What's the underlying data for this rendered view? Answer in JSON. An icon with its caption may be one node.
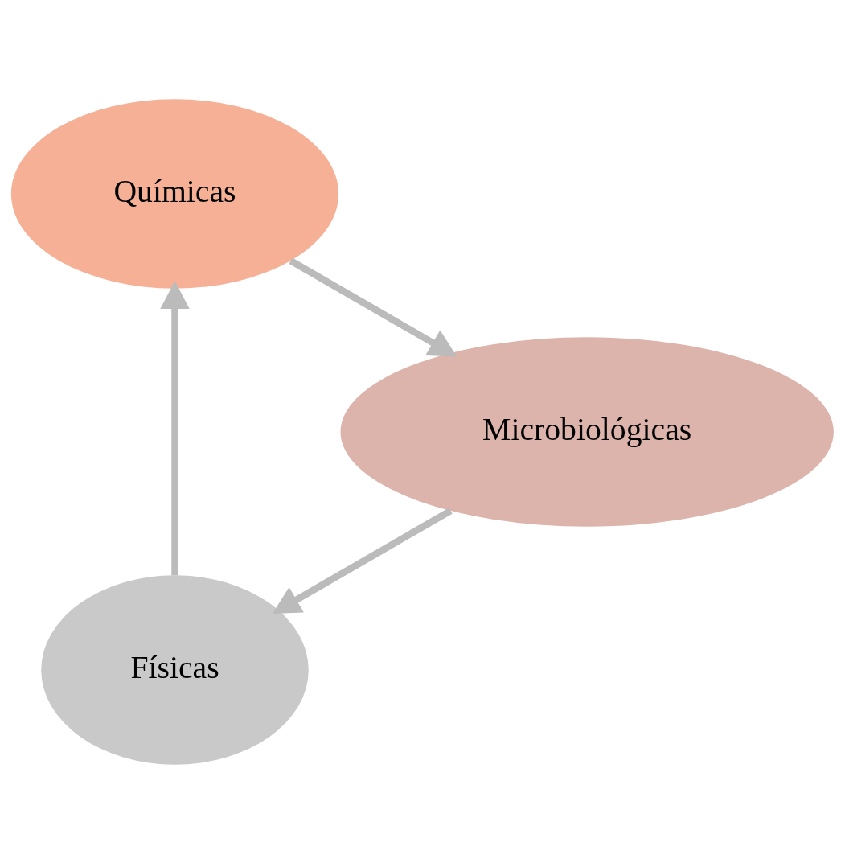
{
  "diagram": {
    "nodes": [
      {
        "text": [
          "Físicas"
        ]
      },
      {
        "text": [
          "Químicas"
        ]
      },
      {
        "text": [
          "Microbiológicas"
        ]
      }
    ],
    "edges": [
      {
        "from": 0,
        "to": 1,
        "arrow": "to"
      },
      {
        "from": 1,
        "to": 2,
        "arrow": "to"
      },
      {
        "from": 2,
        "to": 0,
        "arrow": "to"
      }
    ]
  }
}
